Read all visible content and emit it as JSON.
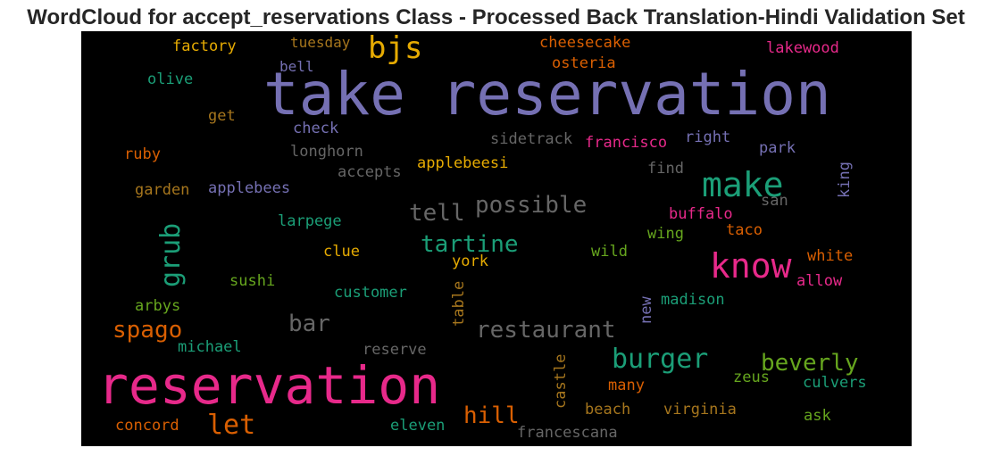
{
  "title": "WordCloud for accept_reservations Class - Processed Back Translation-Hindi Validation Set",
  "colors": {
    "purple": "#7570b3",
    "pink": "#e7298a",
    "teal": "#1b9e77",
    "orange": "#d95f02",
    "gold": "#e6ab02",
    "green": "#66a61e",
    "brown": "#a6761d",
    "gray": "#666666"
  },
  "words": {
    "take_reservation": "take reservation",
    "reservation": "reservation",
    "make": "make",
    "know": "know",
    "bjs": "bjs",
    "burger": "burger",
    "beverly": "beverly",
    "restaurant": "restaurant",
    "tartine": "tartine",
    "possible": "possible",
    "tell": "tell",
    "grub": "grub",
    "spago": "spago",
    "let": "let",
    "hill": "hill",
    "bar": "bar",
    "factory": "factory",
    "tuesday": "tuesday",
    "cheesecake": "cheesecake",
    "lakewood": "lakewood",
    "osteria": "osteria",
    "bell": "bell",
    "olive": "olive",
    "get": "get",
    "check": "check",
    "longhorn": "longhorn",
    "sidetrack": "sidetrack",
    "francisco": "francisco",
    "right": "right",
    "park": "park",
    "ruby": "ruby",
    "accepts": "accepts",
    "applebeesi": "applebeesi",
    "find": "find",
    "king": "king",
    "garden": "garden",
    "applebees": "applebees",
    "san": "san",
    "buffalo": "buffalo",
    "larpege": "larpege",
    "wing": "wing",
    "taco": "taco",
    "clue": "clue",
    "wild": "wild",
    "white": "white",
    "york": "york",
    "sushi": "sushi",
    "allow": "allow",
    "customer": "customer",
    "arbys": "arbys",
    "table": "table",
    "new": "new",
    "madison": "madison",
    "michael": "michael",
    "reserve": "reserve",
    "castle": "castle",
    "zeus": "zeus",
    "culvers": "culvers",
    "many": "many",
    "beach": "beach",
    "virginia": "virginia",
    "ask": "ask",
    "concord": "concord",
    "eleven": "eleven",
    "francescana": "francescana"
  }
}
